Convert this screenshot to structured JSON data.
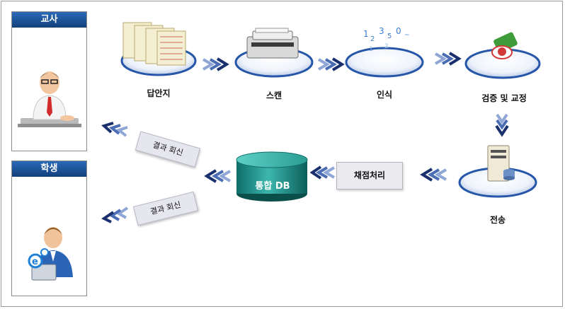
{
  "actors": {
    "teacher": "교사",
    "student": "학생"
  },
  "stages": {
    "answer_sheet": "답안지",
    "scan": "스캔",
    "recognition": "인식",
    "verification": "검증 및 교정",
    "transmission": "전송"
  },
  "process": {
    "grading": "채점처리",
    "database": "통합 DB"
  },
  "returns": {
    "to_teacher": "결과 회신",
    "to_student": "결과 회신"
  },
  "colors": {
    "header_blue": "#1f5aa6",
    "arrow_navy": "#1a2f6e",
    "db_teal": "#1e8f8a"
  }
}
